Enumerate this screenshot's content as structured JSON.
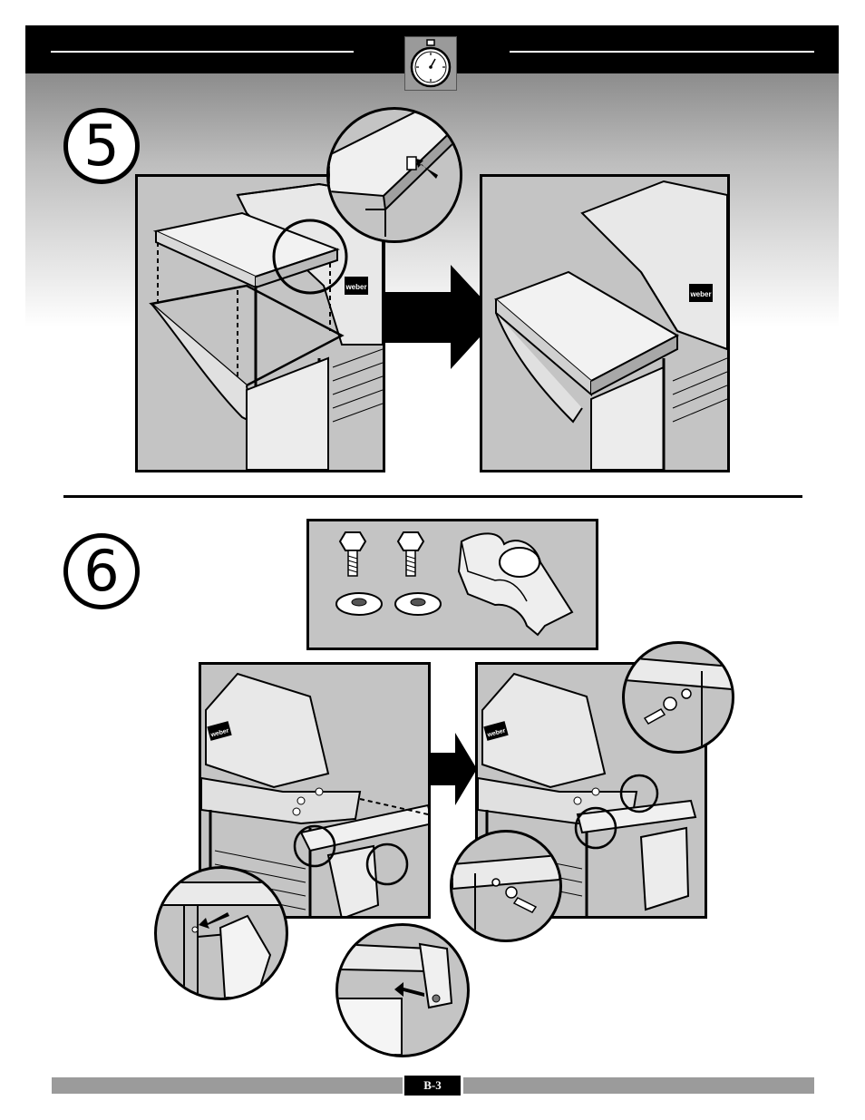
{
  "steps": [
    {
      "number": "5"
    },
    {
      "number": "6"
    }
  ],
  "brand": {
    "logo_text": "weber"
  },
  "footer": {
    "page_label": "B-3"
  },
  "icons": {
    "header": "stopwatch-icon",
    "transition": "right-arrow-icon",
    "hardware": [
      "hex-bolt-icon",
      "hex-bolt-icon",
      "washer-icon",
      "washer-icon",
      "bracket-icon"
    ]
  },
  "colors": {
    "panel": "#c4c4c4",
    "header": "#000000",
    "footer_bar": "#9b9b9b"
  }
}
